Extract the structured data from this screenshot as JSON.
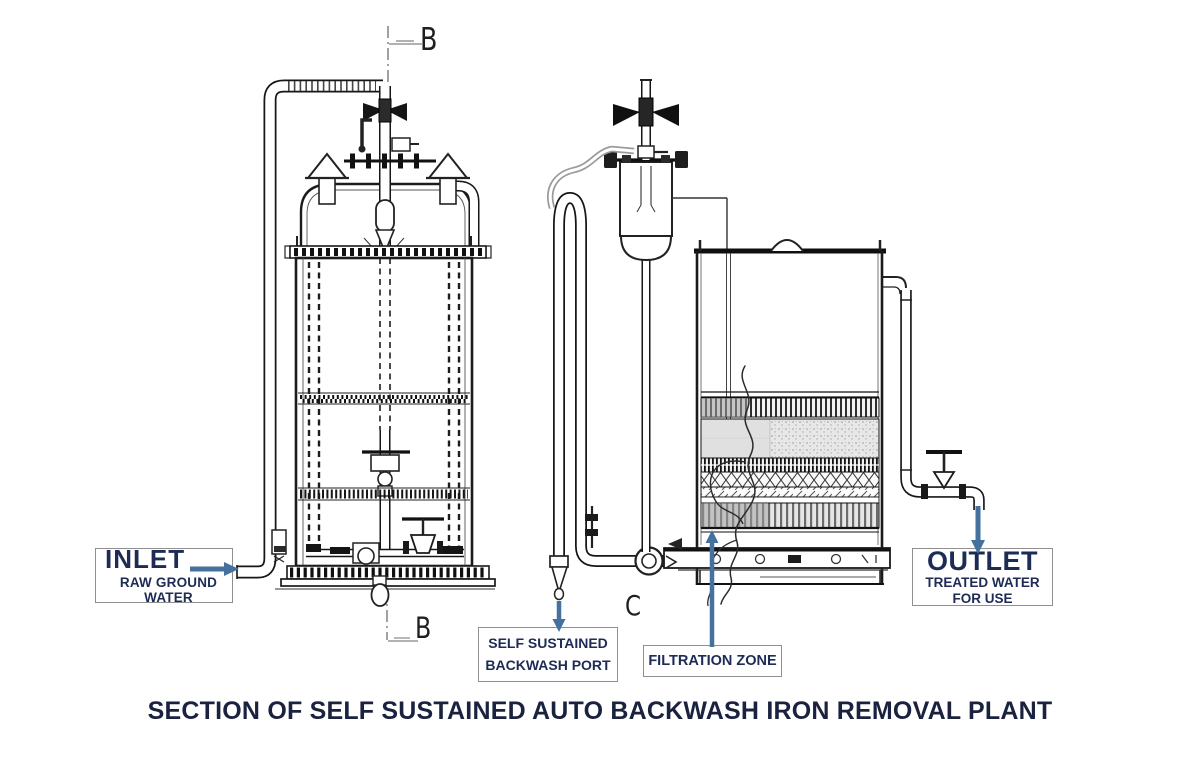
{
  "drawing_title": "SECTION OF SELF SUSTAINED AUTO BACKWASH IRON REMOVAL PLANT",
  "labels": {
    "inlet": {
      "title": "INLET",
      "subtitle": "RAW GROUND WATER"
    },
    "outlet": {
      "title": "OUTLET",
      "subtitle_line1": "TREATED WATER",
      "subtitle_line2": "FOR USE"
    },
    "backwash_port": {
      "line1": "SELF SUSTAINED",
      "line2": "BACKWASH PORT"
    },
    "filtration_zone": {
      "label": "FILTRATION ZONE"
    }
  },
  "section_markers": {
    "top": "B",
    "bottom": "B",
    "side": "C"
  },
  "flow_arrows": {
    "inlet_direction": "right",
    "outlet_direction": "down",
    "backwash_direction": "down",
    "filtration_direction": "up"
  },
  "colors": {
    "arrow_blue": "#45719f",
    "label_navy": "#1d2b55",
    "title_navy": "#1a2240",
    "drawing_ink": "#1a1a1a",
    "background": "#ffffff"
  }
}
